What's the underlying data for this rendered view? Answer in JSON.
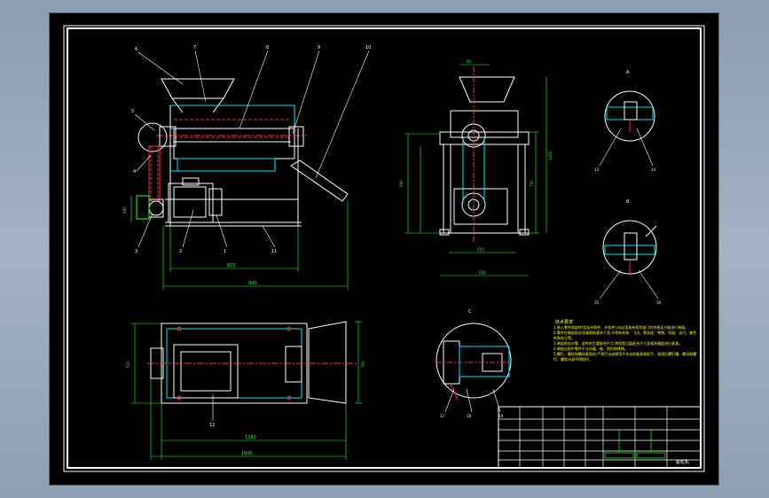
{
  "colors": {
    "background": "#000000",
    "outline": "#ffffff",
    "dimension": "#2bff2b",
    "section_hatch": "#00e5ff",
    "hidden": "#ff3030",
    "leader": "#ffffff",
    "note_text": "#ffff33"
  },
  "drawing": {
    "front_view_dims": {
      "width_inner": "870",
      "width_total": "990",
      "height": "480"
    },
    "side_view_dims": {
      "width_bottom": "410",
      "width_total": "530",
      "height_total": "1410",
      "height_left": "590",
      "height_right": "750",
      "top_width": "95"
    },
    "plan_view_dims": {
      "height_left": "530",
      "height_right": "750",
      "length_inner": "1280",
      "length_total": "1600"
    },
    "detail_labels": {
      "detail_a": "A",
      "detail_b": "B",
      "detail_c": "C"
    },
    "balloons": {
      "front": [
        "6",
        "7",
        "8",
        "9",
        "10",
        "5",
        "4",
        "3",
        "2",
        "1",
        "11"
      ],
      "plan": [
        "12"
      ],
      "detail_a": [
        "13",
        "14"
      ],
      "detail_b": [
        "15",
        "16"
      ],
      "detail_c": [
        "17",
        "18",
        "19"
      ]
    },
    "notes_title": "技术要求",
    "notes": [
      "1.装入零件和部件(包括外购件、外协件),均必须具有检验部门的合格证方能进行装配。",
      "2.零件在装配前必须清理和清洗干净,不得有毛刺、飞边、氧化皮、锈蚀、切屑、油污、着色剂和灰尘等。",
      "3.装配前应对零、部件的主要配合尺寸,特别是过盈配合尺寸及相关精度进行复查。",
      "4.装配过程中零件不允许磕、碰、划伤和锈蚀。",
      "5.螺钉、螺栓和螺母紧固时,严禁打击或使用不合适的旋具和扳手。紧固后螺钉槽、螺母和螺钉、螺栓头部不得损坏。"
    ],
    "title_block": {
      "name": "脱粒机"
    }
  }
}
